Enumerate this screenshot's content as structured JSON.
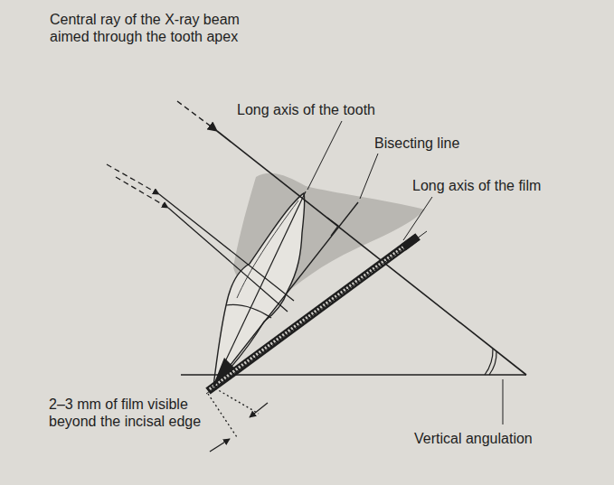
{
  "diagram": {
    "labels": [
      "Central ray of the X-ray beam aimed through the tooth apex",
      "Long axis of the tooth",
      "Bisecting line",
      "Long axis of the film",
      "2–3 mm of film visible beyond the incisal edge",
      "Vertical angulation"
    ]
  }
}
